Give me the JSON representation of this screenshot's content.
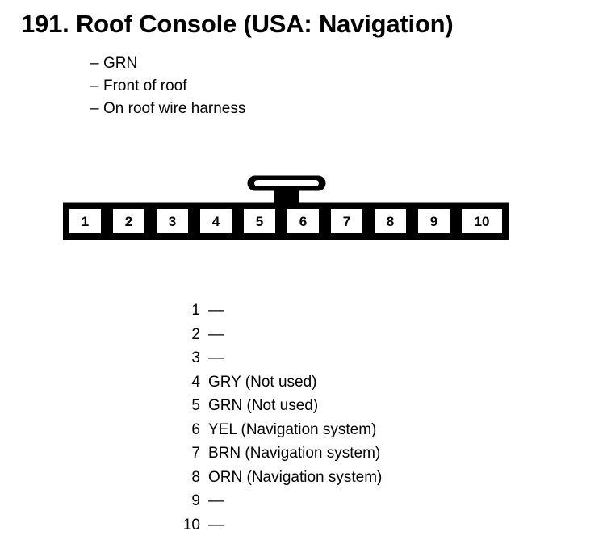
{
  "page": {
    "title": "191.  Roof Console (USA: Navigation)",
    "bullet_marker": "–"
  },
  "spec_list": [
    {
      "text": "GRN"
    },
    {
      "text": "Front of roof"
    },
    {
      "text": "On roof wire harness"
    }
  ],
  "connector": {
    "name": "roof-console-connector",
    "pin_count": 10,
    "pins": [
      "1",
      "2",
      "3",
      "4",
      "5",
      "6",
      "7",
      "8",
      "9",
      "10"
    ],
    "tab_position": "top-center",
    "colors": {
      "outline": "#000000",
      "fill": "#ffffff"
    }
  },
  "pin_legend": [
    {
      "pin": "1",
      "desc": "—"
    },
    {
      "pin": "2",
      "desc": "—"
    },
    {
      "pin": "3",
      "desc": "—"
    },
    {
      "pin": "4",
      "desc": "GRY (Not used)"
    },
    {
      "pin": "5",
      "desc": "GRN (Not used)"
    },
    {
      "pin": "6",
      "desc": "YEL (Navigation system)"
    },
    {
      "pin": "7",
      "desc": "BRN (Navigation system)"
    },
    {
      "pin": "8",
      "desc": "ORN (Navigation system)"
    },
    {
      "pin": "9",
      "desc": "—"
    },
    {
      "pin": "10",
      "desc": "—"
    }
  ]
}
